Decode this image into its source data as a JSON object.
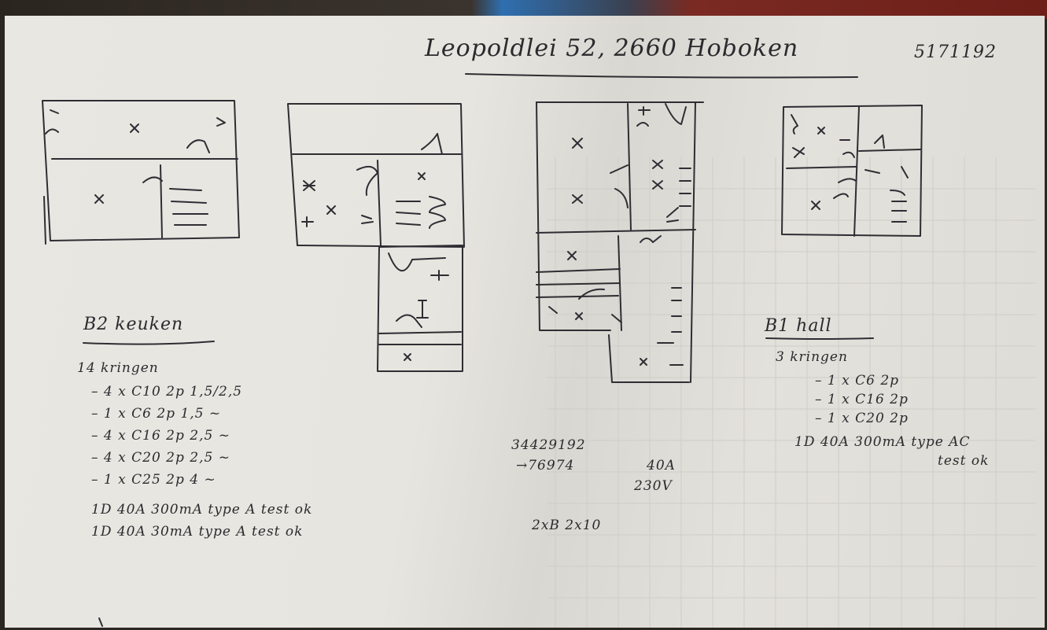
{
  "header": {
    "address": "Leopoldlei 52, 2660 Hoboken",
    "ref": "5171192"
  },
  "floorplans": [
    {
      "name": "kitchen-floorplan"
    },
    {
      "name": "living-floorplan"
    },
    {
      "name": "hall-floorplan"
    },
    {
      "name": "upper-floorplan"
    },
    {
      "name": "right-floorplan"
    }
  ],
  "left_panel": {
    "title": "B2 keuken",
    "subtitle": "14 kringen",
    "lines": [
      "– 4 x C10 2p 1,5/2,5",
      "– 1 x C6 2p 1,5 ~",
      "– 4 x C16 2p 2,5 ~",
      "– 4 x C20 2p 2,5 ~",
      "– 1 x C25 2p 4 ~"
    ],
    "diff_lines": [
      "1D 40A 300mA type A test ok",
      "1D 40A 30mA type A test ok"
    ]
  },
  "middle_panel": {
    "lines": [
      "34429192",
      "→76974",
      "40A",
      "230V",
      "2xB 2x10"
    ]
  },
  "right_panel": {
    "title": "B1 hall",
    "subtitle": "3 kringen",
    "lines": [
      "– 1 x C6 2p",
      "– 1 x C16 2p",
      "– 1 x C20 2p"
    ],
    "diff_lines": [
      "1D 40A 300mA type AC",
      "test ok"
    ]
  }
}
